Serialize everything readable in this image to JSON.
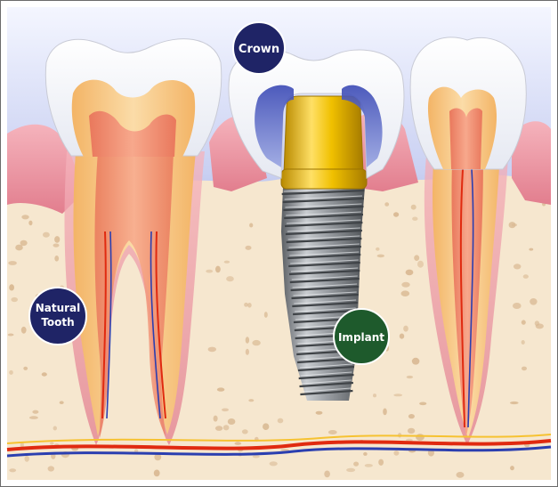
{
  "labels": {
    "crown": "Crown",
    "natural_tooth_line1": "Natural",
    "natural_tooth_line2": "Tooth",
    "implant": "Implant"
  },
  "colors": {
    "sky_top": "#2c3fa8",
    "sky_bottom": "#f4f6ff",
    "gum": "#ef9aa6",
    "bone": "#f6e7cf",
    "bone_speck": "#d9b993",
    "enamel": "#ffffff",
    "dentin": "#f7c889",
    "pulp": "#f08a6c",
    "crown_gold": "#e9b800",
    "implant_grey": "#8a8e93",
    "label_navy": "#1f2466",
    "label_green": "#1e5a2c",
    "artery": "#e02a10",
    "vein": "#2b3fb0"
  },
  "icons": [
    "natural-tooth-illustration",
    "implant-screw-illustration",
    "dental-crown-illustration"
  ]
}
